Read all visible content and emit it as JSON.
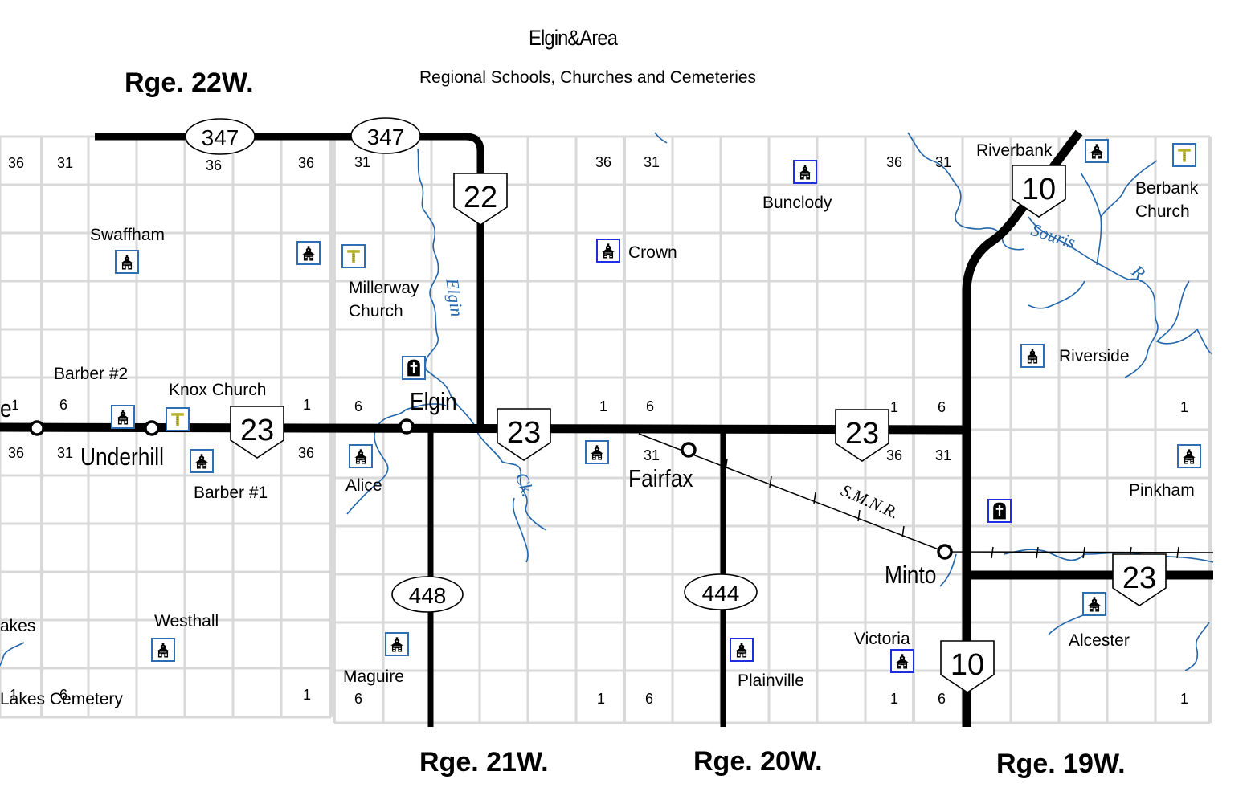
{
  "header": {
    "title": "Elgin&Area",
    "subtitle": "Regional Schools, Churches and Cemeteries"
  },
  "ranges": [
    {
      "label": "Rge. 22W."
    },
    {
      "label": "Rge. 21W."
    },
    {
      "label": "Rge. 20W."
    },
    {
      "label": "Rge. 19W."
    }
  ],
  "highways": {
    "h347a": "347",
    "h347b": "347",
    "h22": "22",
    "h23a": "23",
    "h23b": "23",
    "h23c": "23",
    "h23d": "23",
    "h10a": "10",
    "h10b": "10",
    "h448": "448",
    "h444": "444"
  },
  "towns": {
    "underhill": "Underhill",
    "elgin": "Elgin",
    "fairfax": "Fairfax",
    "minto": "Minto",
    "edge_west": "e¹"
  },
  "schools": [
    {
      "name": "Swaffham"
    },
    {
      "name": "Barber #2"
    },
    {
      "name": "Barber #1"
    },
    {
      "name": "Alice"
    },
    {
      "name": "Crown"
    },
    {
      "name": "Bunclody"
    },
    {
      "name": "Riverbank"
    },
    {
      "name": "Riverside"
    },
    {
      "name": "Pinkham"
    },
    {
      "name": "Alcester"
    },
    {
      "name": "Victoria"
    },
    {
      "name": "Plainville"
    },
    {
      "name": "Maguire"
    },
    {
      "name": "Westhall"
    }
  ],
  "churches": [
    {
      "name": "Millerway Church",
      "line1": "Millerway",
      "line2": "Church"
    },
    {
      "name": "Knox Church"
    },
    {
      "name": "Berbank Church",
      "line1": "Berbank",
      "line2": "Church"
    }
  ],
  "cemeteries": [
    {
      "name": "Lakes Cemetery"
    }
  ],
  "other_labels": {
    "lakes_partial": "akes"
  },
  "rivers": {
    "elgin_upper": "Elgin",
    "elgin_lower": "Ck.",
    "souris": "Souris",
    "souris_r": "R."
  },
  "railway": {
    "label": "S.M.N.R."
  },
  "section_numbers": {
    "top_row": [
      "36",
      "31",
      "36",
      "36",
      "31",
      "36",
      "31",
      "36",
      "31"
    ],
    "mid_upper": [
      "6",
      "1",
      "6",
      "1",
      "6",
      "1",
      "6",
      "1"
    ],
    "mid_lower": [
      "36",
      "31",
      "36",
      "31",
      "36",
      "31"
    ],
    "bottom_row": [
      "1",
      "6",
      "1",
      "6",
      "1",
      "6",
      "1",
      "6",
      "1"
    ]
  },
  "colors": {
    "grid": "#d9d9d9",
    "road": "#000000",
    "river": "#2366aa",
    "icon_border": "#2f6db5",
    "church_cross": "#b5b22a"
  }
}
